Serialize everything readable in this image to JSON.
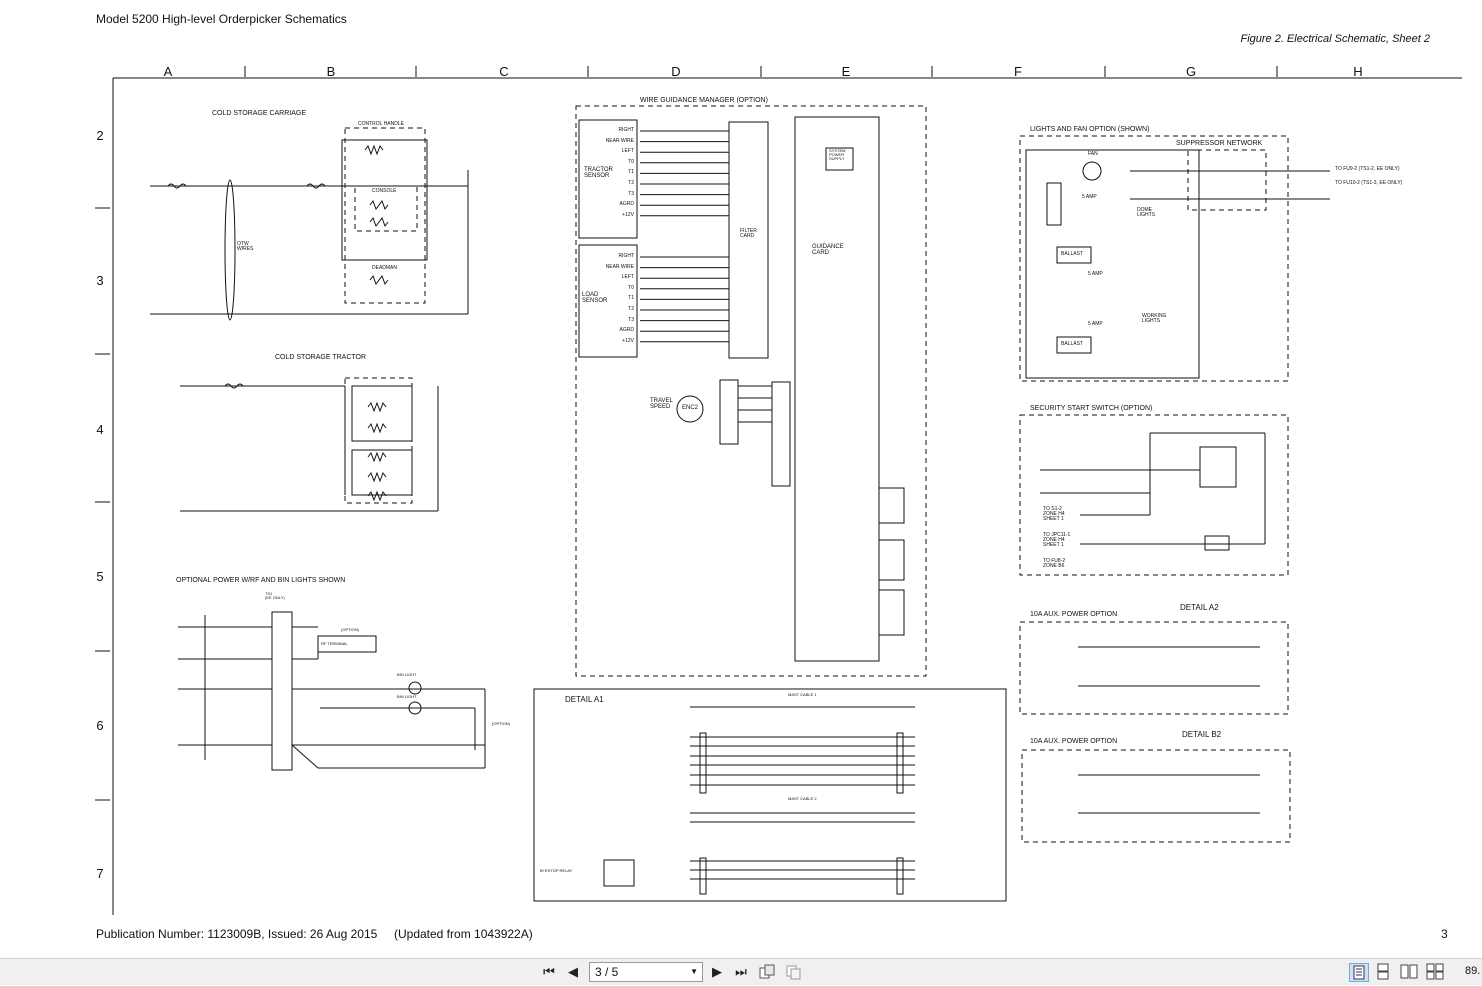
{
  "document": {
    "title": "Model 5200 High-level Orderpicker Schematics",
    "figure_title": "Figure 2. Electrical Schematic, Sheet 2",
    "publication": "Publication Number: 1123009B, Issued: 26 Aug 2015",
    "updated": "(Updated from 1043922A)",
    "page_number": "3",
    "columns": [
      "A",
      "B",
      "C",
      "D",
      "E",
      "F",
      "G",
      "H"
    ],
    "rows": [
      "2",
      "3",
      "4",
      "5",
      "6",
      "7"
    ]
  },
  "sections": {
    "cold_storage_carriage": "COLD STORAGE CARRIAGE",
    "cold_storage_tractor": "COLD STORAGE TRACTOR",
    "optional_power": "OPTIONAL POWER W/RF AND BIN LIGHTS SHOWN",
    "wire_guidance": "WIRE GUIDANCE MANAGER (OPTION)",
    "lights_fan": "LIGHTS AND FAN OPTION (SHOWN)",
    "suppressor": "SUPPRESSOR NETWORK",
    "security_start": "SECURITY START SWITCH (OPTION)",
    "aux_power_a2": "10A AUX. POWER OPTION",
    "aux_power_b2": "10A AUX. POWER OPTION",
    "detail_a1": "DETAIL A1",
    "detail_a2": "DETAIL A2",
    "detail_b2": "DETAIL B2"
  },
  "labels": {
    "control_handle": "CONTROL HANDLE",
    "console": "CONSOLE",
    "deadman": "DEADMAN",
    "otw_wires": "OTW\nWIRES",
    "tractor_sensor": "TRACTOR\nSENSOR",
    "load_sensor": "LOAD\nSENSOR",
    "filter_card": "FILTER\nCARD",
    "guidance_card": "GUIDANCE\nCARD",
    "system_power_supply": "SYSTEM\nPOWER\nSUPPLY",
    "travel_speed": "TRAVEL\nSPEED",
    "enc2": "ENC2",
    "fan": "FAN",
    "ballast": "BALLAST",
    "dome_lights": "DOME\nLIGHTS",
    "working_lights": "WORKING\nLIGHTS",
    "five_amp": "5 AMP",
    "to_fu9": "TO FU9-2 (TS1-2, EE ONLY)",
    "to_fu10": "TO FU10-2 (TS1-3, EE ONLY)",
    "to_s1": "TO S1-2\nZONE H4\nSHEET 1",
    "to_jpc11": "TO JPC11-1\nZONE H4\nSHEET 1",
    "to_fu8": "TO FU8-2\nZONE B6",
    "rf_terminal": "RF TERMINAL",
    "option": "(OPTION)",
    "bin_light": "BIN LIGHT",
    "ts1": "TS1\n(EE ONLY)",
    "mast_cable_1": "MAST CABLE 1",
    "mast_cable_2": "MAST CABLE 2",
    "b_estop_relay": "B+ESTOP RELAY",
    "sensor_signals": [
      "RIGHT",
      "NEAR WIRE",
      "LEFT",
      "T0",
      "T1",
      "T2",
      "T3",
      "AGRD",
      "+12V"
    ]
  },
  "toolbar": {
    "first": "⏮",
    "prev": "◀",
    "page_field": "3 / 5",
    "next": "▶",
    "last": "⏭",
    "zoom": "89."
  }
}
